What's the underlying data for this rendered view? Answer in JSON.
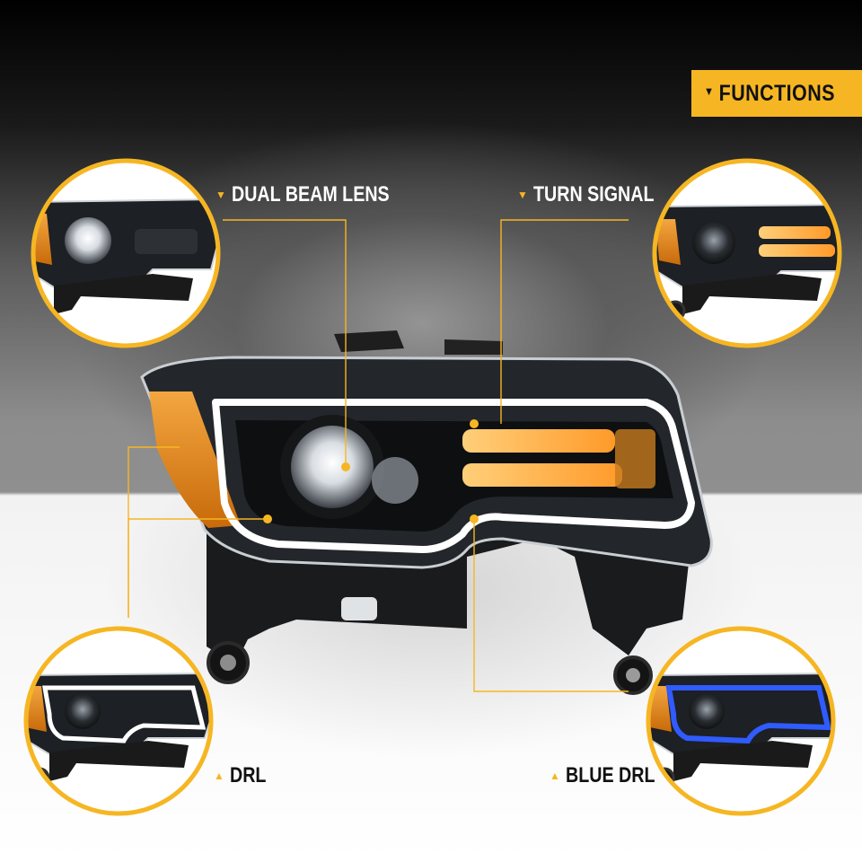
{
  "badge": {
    "text": "FUNCTIONS",
    "color": "#f6b623"
  },
  "labels": {
    "dual_beam": "DUAL BEAM LENS",
    "turn_signal": "TURN SIGNAL",
    "drl": "DRL",
    "blue_drl": "BLUE DRL"
  },
  "colors": {
    "accent": "#f6b623",
    "amber_led": "#ffb347",
    "white_drl": "#ffffff",
    "blue_drl": "#2f5bff",
    "reflector": "#e68a12"
  },
  "icons": [
    "down-triangle-icon",
    "up-triangle-icon"
  ]
}
